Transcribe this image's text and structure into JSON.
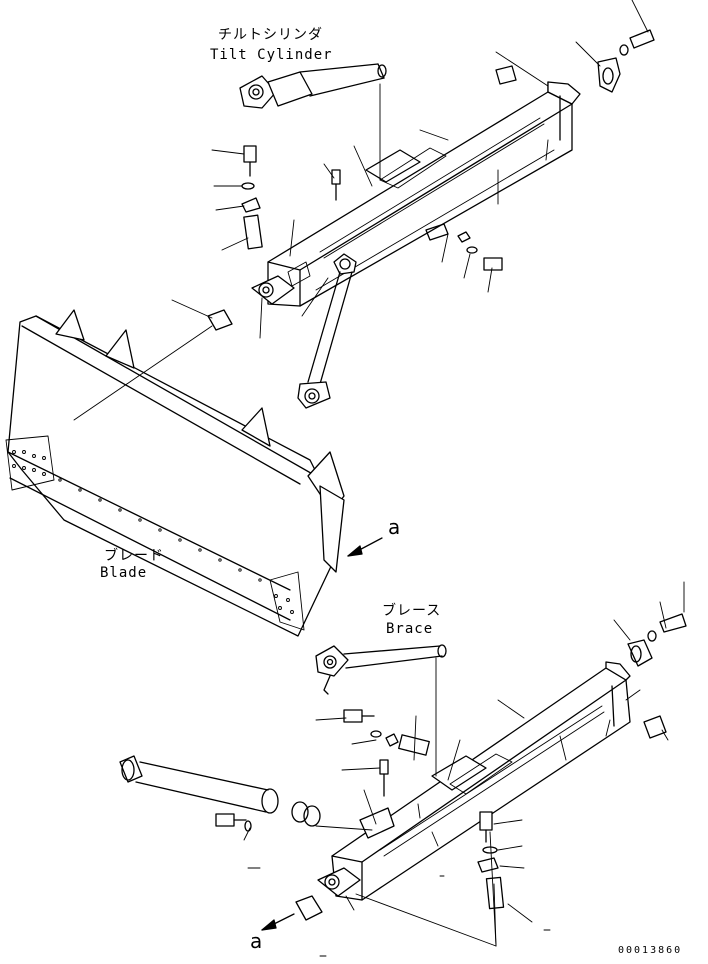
{
  "labels": {
    "tilt_cylinder_jp": "チルトシリンダ",
    "tilt_cylinder_en": "Tilt Cylinder",
    "blade_jp": "ブレード",
    "blade_en": "Blade",
    "brace_jp": "ブレース",
    "brace_en": "Brace",
    "ref_a_upper": "a",
    "ref_a_lower": "a",
    "figure_number": "00013860"
  },
  "colors": {
    "line": "#000000",
    "background": "#ffffff"
  }
}
